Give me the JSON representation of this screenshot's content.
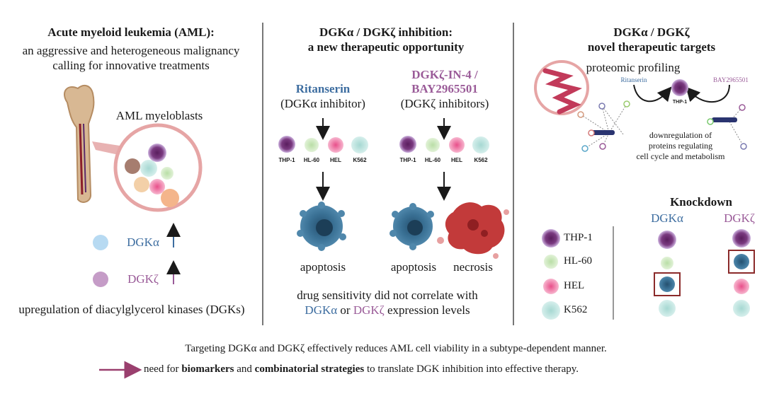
{
  "left": {
    "title": "Acute myeloid leukemia (AML):",
    "subtitle_line1": "an aggressive and heterogeneous malignancy",
    "subtitle_line2": "calling for innovative treatments",
    "myeloblasts_label": "AML myeloblasts",
    "dgka_label": "DGKα",
    "dgkz_label": "DGKζ",
    "upregulation_text": "upregulation of diacylglycerol kinases (DGKs)",
    "colors": {
      "dgka": "#3d6da0",
      "dgkz": "#9a5b98",
      "bone": "#c9a27e",
      "lens": "#e6a5a5"
    }
  },
  "middle": {
    "title_line1": "DGKα / DGKζ inhibition:",
    "title_line2": "a new therapeutic opportunity",
    "drug_a_name": "Ritanserin",
    "drug_a_desc": "(DGKα inhibitor)",
    "drug_z_name_line1": "DGKζ-IN-4 /",
    "drug_z_name_line2": "BAY2965501",
    "drug_z_desc": "(DGKζ inhibitors)",
    "cell_lines": [
      "THP-1",
      "HL-60",
      "HEL",
      "K562"
    ],
    "outcome_a": "apoptosis",
    "outcome_z1": "apoptosis",
    "outcome_z2": "necrosis",
    "sensitivity_line1": "drug sensitivity did not correlate with",
    "sensitivity_dgka": "DGKα",
    "sensitivity_or": " or ",
    "sensitivity_dgkz": "DGKζ",
    "sensitivity_end": " expression levels"
  },
  "right": {
    "title_line1": "DGKα / DGKζ",
    "title_line2": "novel therapeutic targets",
    "proteomic_label": "proteomic profiling",
    "ritanserin_small": "Ritanserin",
    "bay_small": "BAY2965501",
    "thp1_small": "THP-1",
    "downreg_line1": "downregulation of",
    "downreg_line2": "proteins regulating",
    "downreg_line3": "cell cycle and metabolism",
    "knockdown_title": "Knockdown",
    "knockdown_dgka": "DGKα",
    "knockdown_dgkz": "DGKζ",
    "cell_lines": [
      "THP-1",
      "HL-60",
      "HEL",
      "K562"
    ]
  },
  "footer": {
    "line1": "Targeting DGKα and DGKζ effectively reduces AML cell viability in a subtype-dependent manner.",
    "line2_pre": "need for ",
    "line2_bold1": "biomarkers",
    "line2_mid": " and ",
    "line2_bold2": "combinatorial strategies",
    "line2_post": " to translate DGK inhibition into effective therapy."
  }
}
